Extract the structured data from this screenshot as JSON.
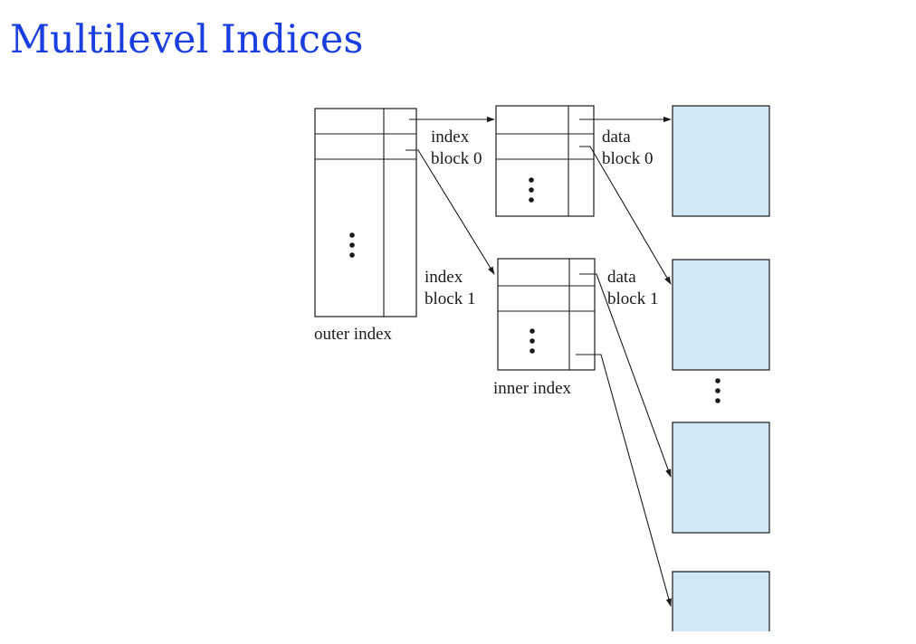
{
  "title": "Multilevel Indices",
  "labels": {
    "index_block_0": [
      "index",
      "block 0"
    ],
    "index_block_1": [
      "index",
      "block 1"
    ],
    "data_block_0": [
      "data",
      "block 0"
    ],
    "data_block_1": [
      "data",
      "block 1"
    ],
    "outer_index": "outer index",
    "inner_index": "inner index"
  },
  "colors": {
    "title": "#1a3fe0",
    "data_block_fill": "#d1e8f6",
    "line": "#1a1a1a"
  }
}
